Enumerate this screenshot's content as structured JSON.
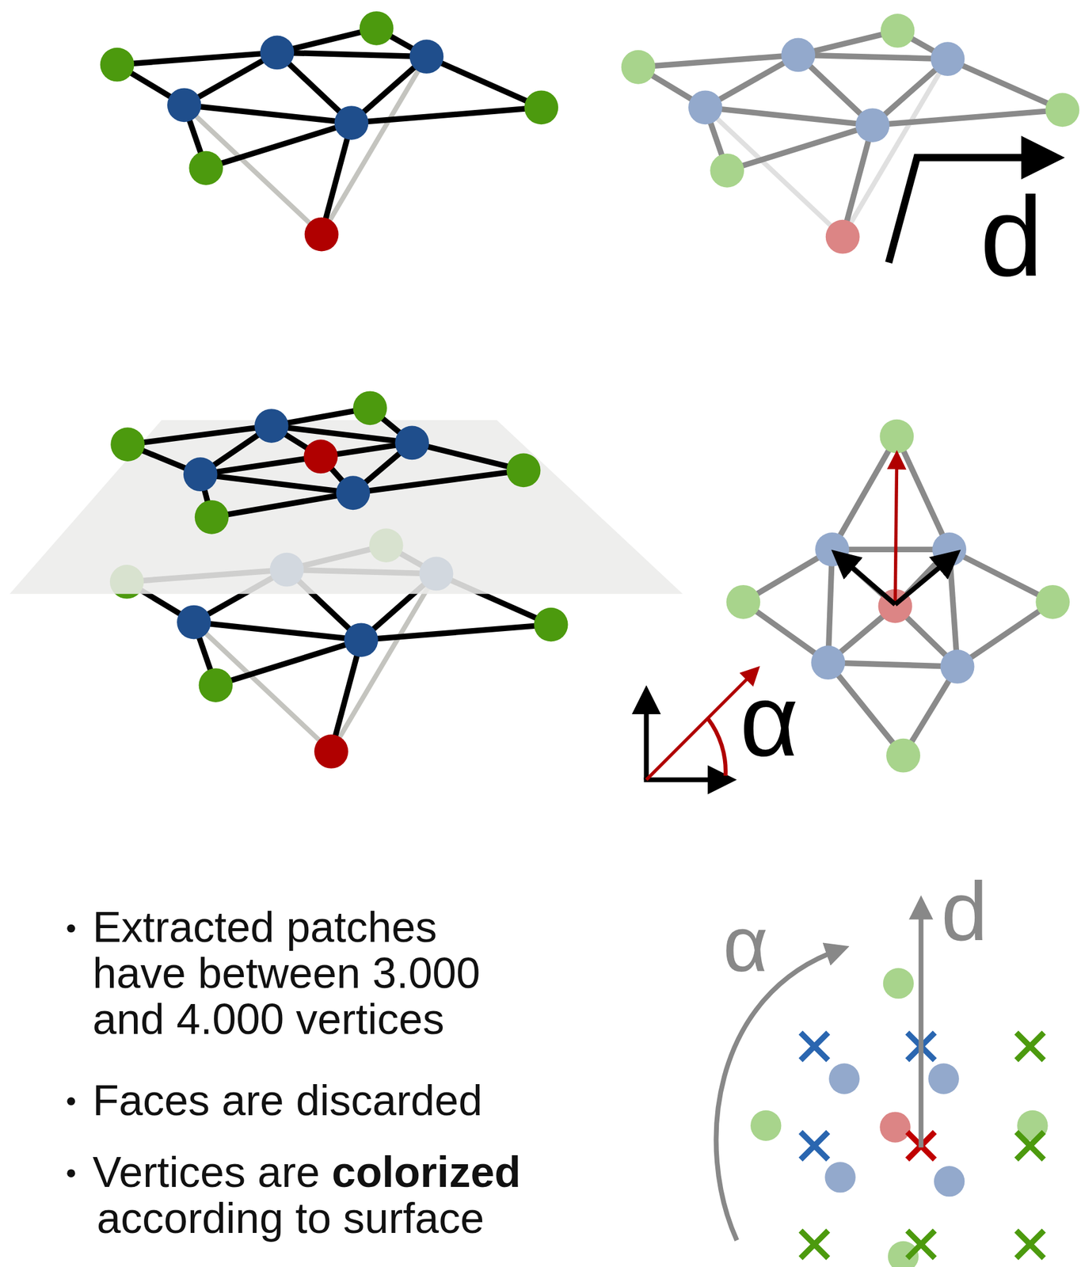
{
  "diagram": {
    "labels": [
      "d",
      "α",
      "α",
      "d",
      "Extracted patches have between 3.000 and 4.000 vertices",
      "Faces are discarded",
      "Vertices are",
      "colorized",
      "according to surface"
    ]
  }
}
